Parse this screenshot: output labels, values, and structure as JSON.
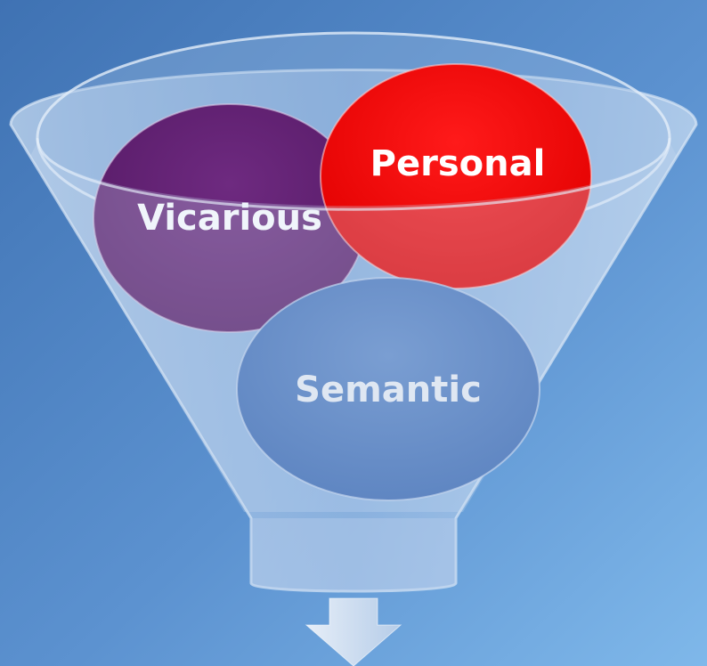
{
  "diagram": {
    "type": "funnel",
    "colors": {
      "background_top": "#4a7fc0",
      "background_bottom": "#7ab4e6",
      "funnel_glass": "#b9d0ea",
      "vicarious": "#5e1f6e",
      "personal": "#f50a0a",
      "semantic": "#6a8ec8",
      "arrow": "#c9dbf0"
    },
    "bubbles": [
      {
        "id": "vicarious",
        "label": "Vicarious",
        "text_color": "#ffffff"
      },
      {
        "id": "personal",
        "label": "Personal",
        "text_color": "#ffffff"
      },
      {
        "id": "semantic",
        "label": "Semantic",
        "text_color": "#dfe7f2"
      }
    ],
    "output_arrow": "down-arrow-icon"
  }
}
